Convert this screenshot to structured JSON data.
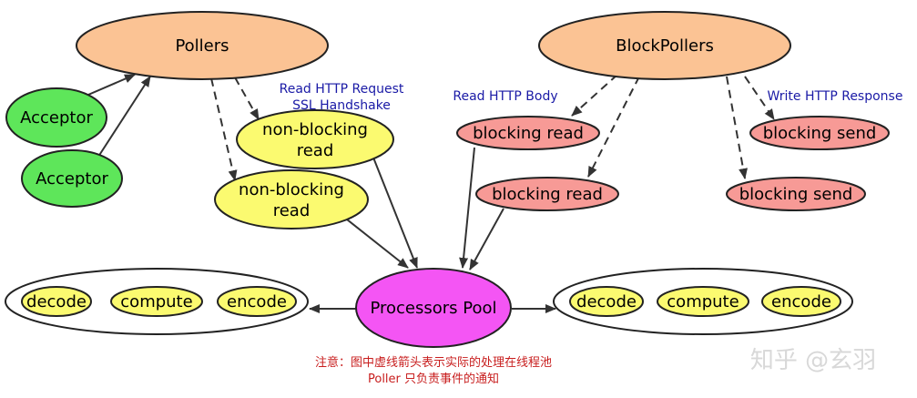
{
  "colors": {
    "poller_fill": "#fbc394",
    "acceptor_fill": "#5ee65a",
    "nonblocking_fill": "#fbfa70",
    "blocking_fill": "#f79a96",
    "processor_fill": "#f455f4",
    "task_fill": "#fbfa70",
    "group_fill": "#ffffff",
    "blue_text": "#1a1aa6",
    "red_text": "#c81e1e"
  },
  "nodes": {
    "pollers": "Pollers",
    "block_pollers": "BlockPollers",
    "acceptor_1": "Acceptor",
    "acceptor_2": "Acceptor",
    "nonblocking_read_1": [
      "non-blocking",
      "read"
    ],
    "nonblocking_read_2": [
      "non-blocking",
      "read"
    ],
    "blocking_read_1": "blocking read",
    "blocking_read_2": "blocking read",
    "blocking_send_1": "blocking send",
    "blocking_send_2": "blocking send",
    "processors_pool": "Processors Pool"
  },
  "left_group": [
    "decode",
    "compute",
    "encode"
  ],
  "right_group": [
    "decode",
    "compute",
    "encode"
  ],
  "annotations": {
    "read_http_request": "Read HTTP Request",
    "ssl_handshake": "SSL Handshake",
    "read_http_body": "Read HTTP Body",
    "write_http_response": "Write HTTP Response"
  },
  "note": {
    "line1": "注意：图中虚线箭头表示实际的处理在线程池",
    "line2": "Poller 只负责事件的通知"
  },
  "watermark": "知乎 @玄羽"
}
